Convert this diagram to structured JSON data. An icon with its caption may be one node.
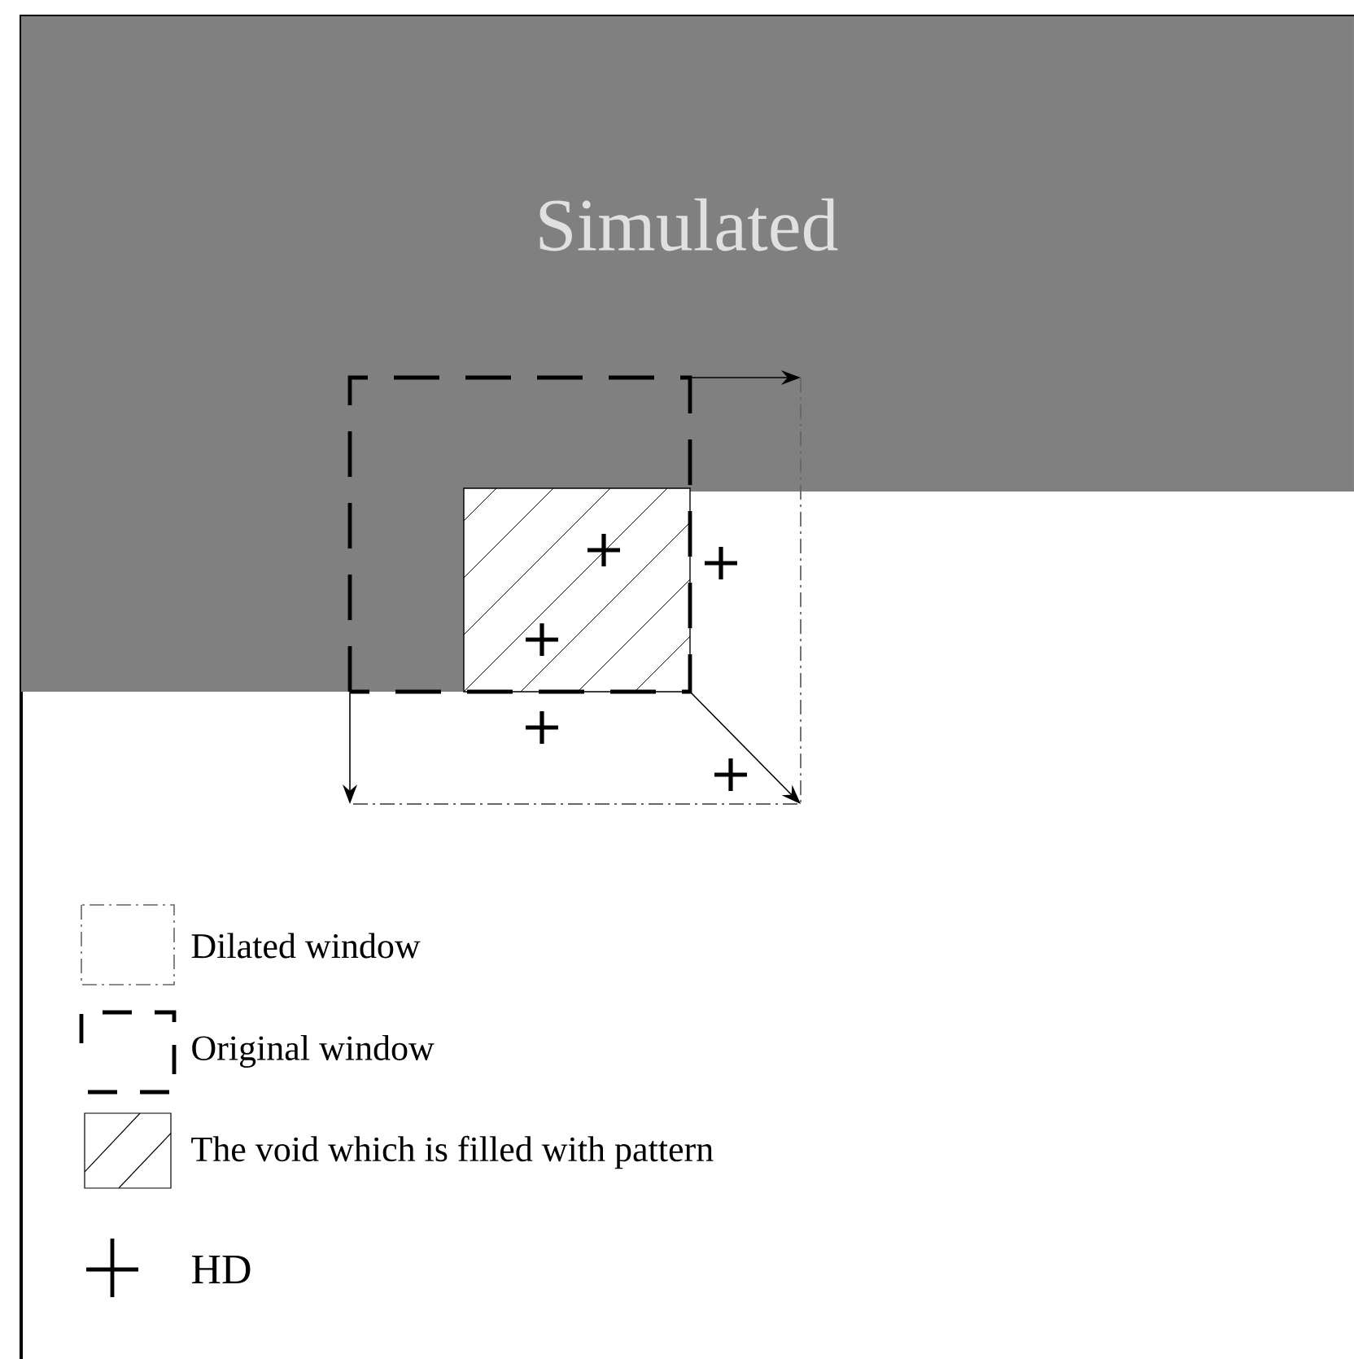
{
  "diagram": {
    "nodes": [
      {
        "text": [
          "Simulated"
        ]
      }
    ],
    "legend": [
      {
        "text": "Dilated window"
      },
      {
        "text": "Original window"
      },
      {
        "text": "The void which is filled with pattern"
      },
      {
        "text": "HD"
      }
    ]
  }
}
